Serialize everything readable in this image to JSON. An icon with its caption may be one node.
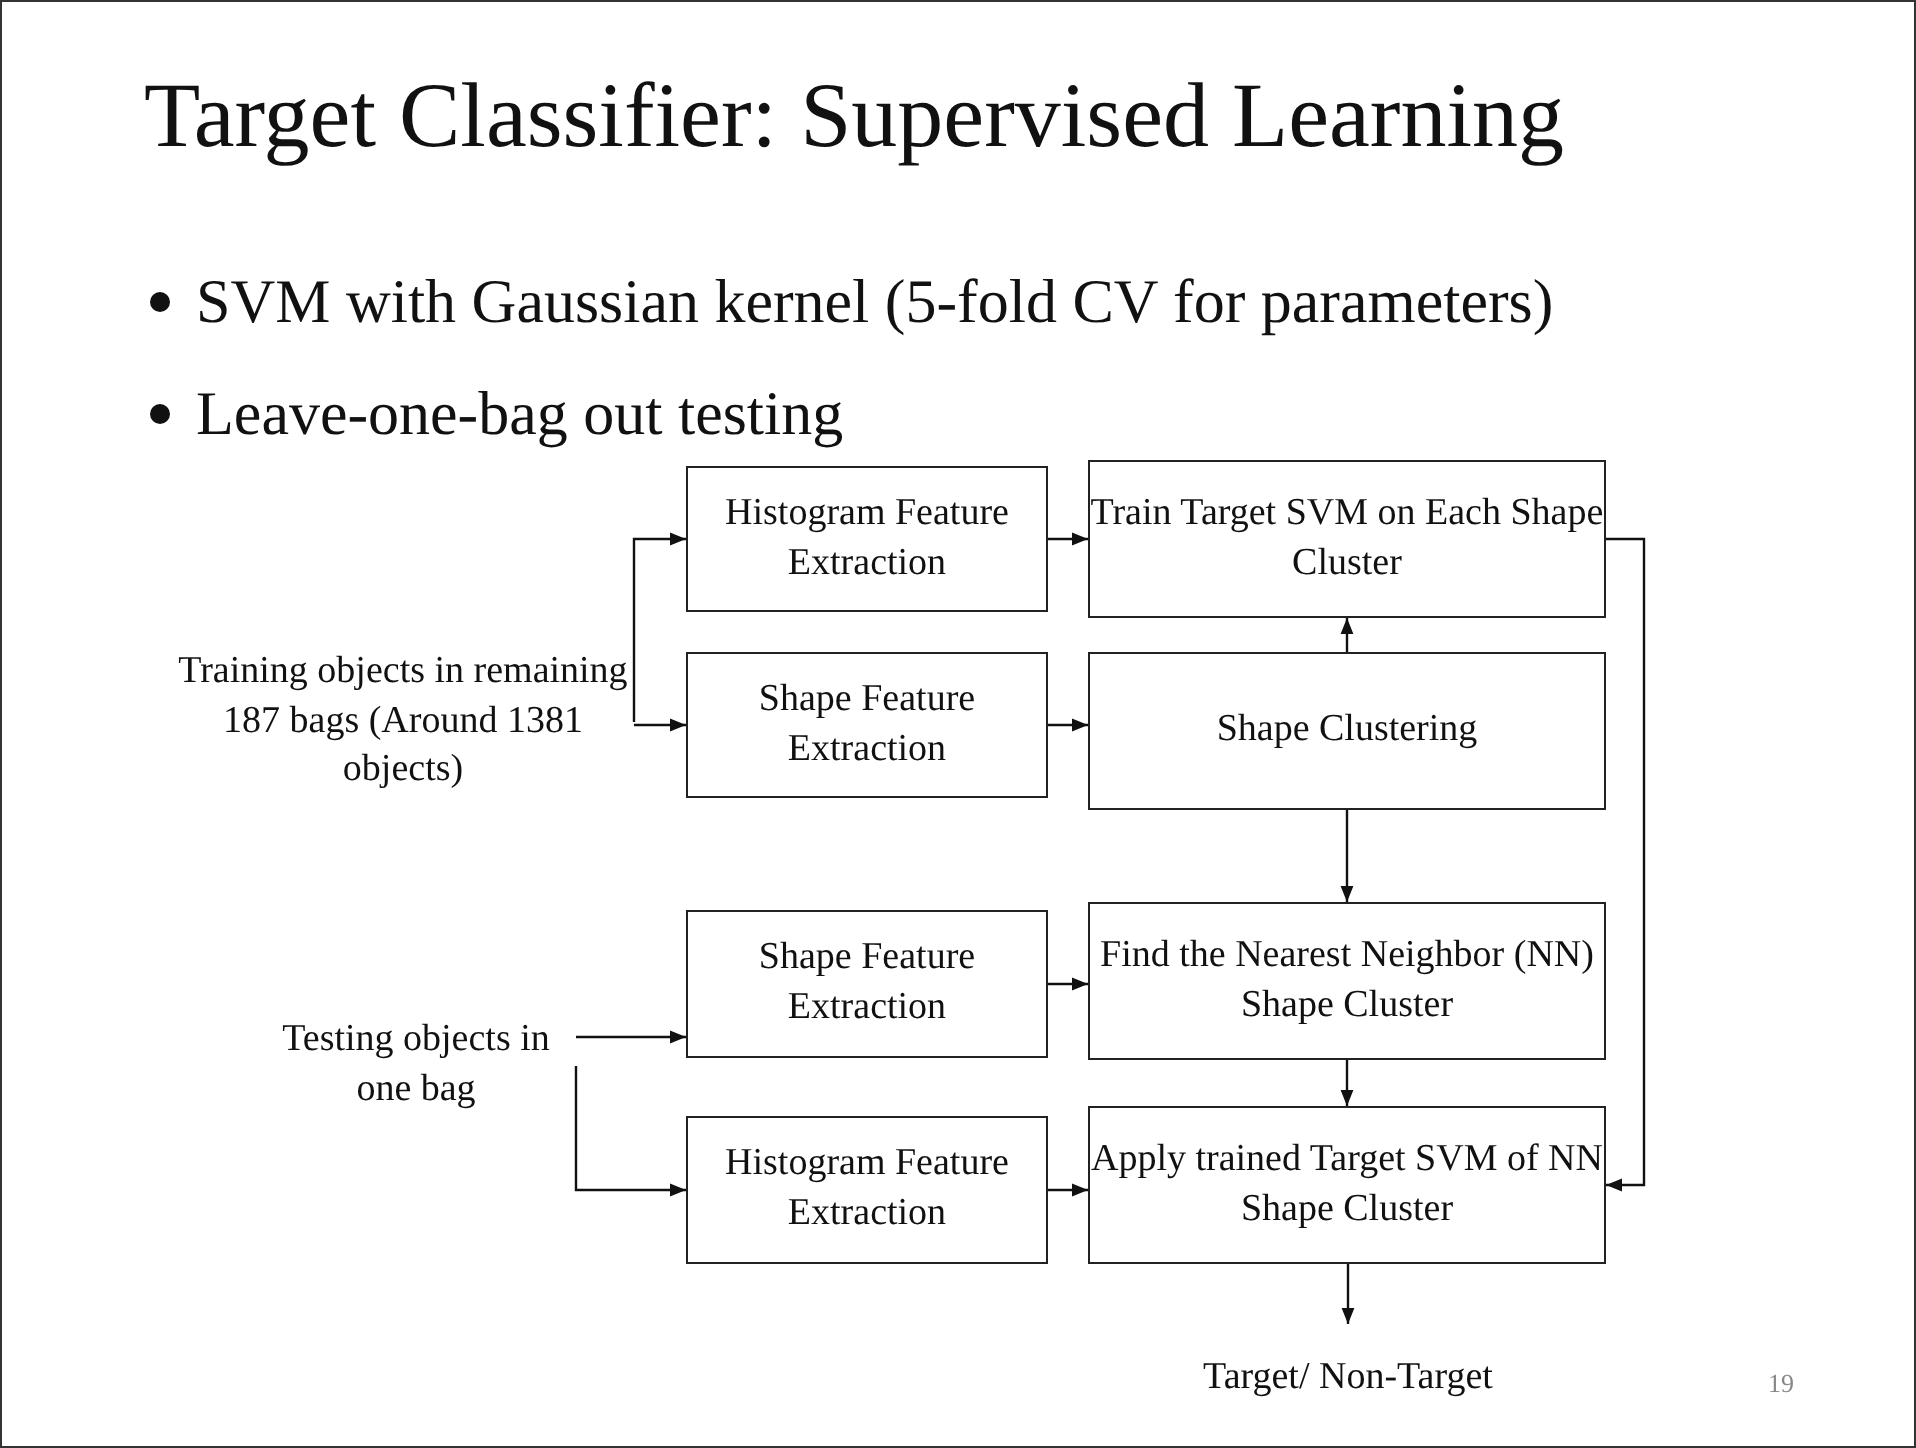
{
  "diagram": {
    "title": "Target Classifier: Supervised Learning",
    "nodes": [
      {
        "text": [
          "Training objects in remaining 187 bags (Around 1381 objects)"
        ]
      },
      {
        "text": [
          "Histogram Feature Extraction"
        ]
      },
      {
        "text": [
          "Shape Feature Extraction"
        ]
      },
      {
        "text": [
          "Train Target SVM on Each Shape Cluster"
        ]
      },
      {
        "text": [
          "Shape Clustering"
        ]
      },
      {
        "text": [
          "Testing objects in one bag"
        ]
      },
      {
        "text": [
          "Shape Feature Extraction"
        ]
      },
      {
        "text": [
          "Histogram Feature Extraction"
        ]
      },
      {
        "text": [
          "Find the Nearest Neighbor (NN) Shape Cluster"
        ]
      },
      {
        "text": [
          "Apply trained Target SVM of NN Shape Cluster"
        ]
      },
      {
        "text": [
          "Target/ Non-Target"
        ]
      }
    ],
    "edges": [
      {
        "from": 0,
        "to": 1,
        "arrow": "to"
      },
      {
        "from": 0,
        "to": 2,
        "arrow": "to"
      },
      {
        "from": 1,
        "to": 3,
        "arrow": "to"
      },
      {
        "from": 2,
        "to": 4,
        "arrow": "to"
      },
      {
        "from": 4,
        "to": 3,
        "arrow": "to"
      },
      {
        "from": 4,
        "to": 8,
        "arrow": "to"
      },
      {
        "from": 5,
        "to": 6,
        "arrow": "to"
      },
      {
        "from": 5,
        "to": 7,
        "arrow": "to"
      },
      {
        "from": 6,
        "to": 8,
        "arrow": "to"
      },
      {
        "from": 7,
        "to": 9,
        "arrow": "to"
      },
      {
        "from": 8,
        "to": 9,
        "arrow": "to"
      },
      {
        "from": 3,
        "to": 9,
        "arrow": "to"
      },
      {
        "from": 9,
        "to": 10,
        "arrow": "to"
      }
    ],
    "labels": [
      "SVM with Gaussian kernel (5-fold CV for parameters)",
      "Leave-one-bag out testing",
      "19"
    ]
  }
}
